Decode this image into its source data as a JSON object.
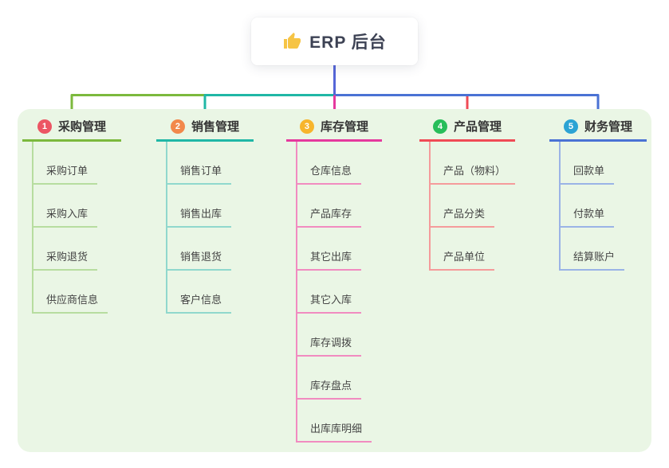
{
  "page": {
    "background": "#ffffff"
  },
  "panel": {
    "background": "#eaf6e5"
  },
  "root": {
    "label": "ERP 后台",
    "icon": "thumbs-up",
    "icon_color": "#f6c445",
    "connector_color": "#5566d8"
  },
  "branches": [
    {
      "index": "1",
      "label": "采购管理",
      "badge_color": "#ec5564",
      "line_color": "#7cb93d",
      "child_line_color": "#b7dd9f",
      "children": [
        "采购订单",
        "采购入库",
        "采购退货",
        "供应商信息"
      ]
    },
    {
      "index": "2",
      "label": "销售管理",
      "badge_color": "#f2884b",
      "line_color": "#20b7a6",
      "child_line_color": "#90d8cd",
      "children": [
        "销售订单",
        "销售出库",
        "销售退货",
        "客户信息"
      ]
    },
    {
      "index": "3",
      "label": "库存管理",
      "badge_color": "#f7b52c",
      "line_color": "#e5399e",
      "child_line_color": "#f18bc0",
      "children": [
        "仓库信息",
        "产品库存",
        "其它出库",
        "其它入库",
        "库存调拨",
        "库存盘点",
        "出库库明细"
      ]
    },
    {
      "index": "4",
      "label": "产品管理",
      "badge_color": "#27be5a",
      "line_color": "#f04b55",
      "child_line_color": "#f59b9b",
      "children": [
        "产品（物料）",
        "产品分类",
        "产品单位"
      ]
    },
    {
      "index": "5",
      "label": "财务管理",
      "badge_color": "#2ba3d4",
      "line_color": "#4a72d4",
      "child_line_color": "#9ab3e6",
      "children": [
        "回款单",
        "付款单",
        "结算账户"
      ]
    }
  ]
}
